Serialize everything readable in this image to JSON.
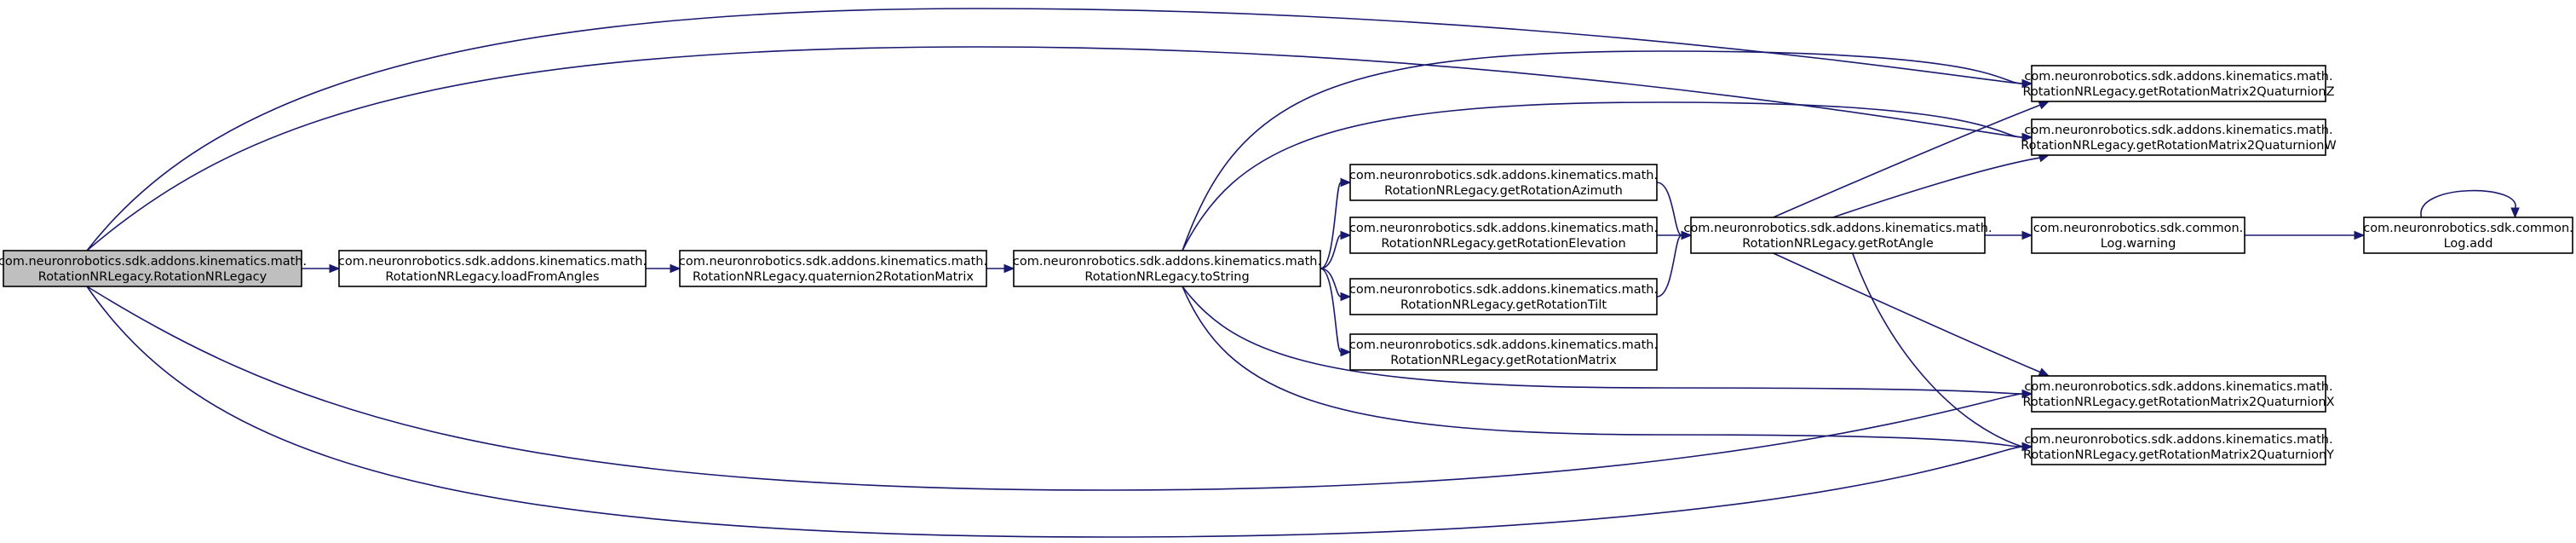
{
  "colors": {
    "edge": "#191970",
    "root_fill": "#bfbfbf",
    "node_fill": "#ffffff",
    "border": "#000000"
  },
  "nodes": [
    {
      "id": "root",
      "line1": "com.neuronrobotics.sdk.addons.kinematics.math.",
      "line2": "RotationNRLegacy.RotationNRLegacy",
      "highlight": true
    },
    {
      "id": "load",
      "line1": "com.neuronrobotics.sdk.addons.kinematics.math.",
      "line2": "RotationNRLegacy.loadFromAngles"
    },
    {
      "id": "quat",
      "line1": "com.neuronrobotics.sdk.addons.kinematics.math.",
      "line2": "RotationNRLegacy.quaternion2RotationMatrix"
    },
    {
      "id": "tostr",
      "line1": "com.neuronrobotics.sdk.addons.kinematics.math.",
      "line2": "RotationNRLegacy.toString"
    },
    {
      "id": "azim",
      "line1": "com.neuronrobotics.sdk.addons.kinematics.math.",
      "line2": "RotationNRLegacy.getRotationAzimuth"
    },
    {
      "id": "elev",
      "line1": "com.neuronrobotics.sdk.addons.kinematics.math.",
      "line2": "RotationNRLegacy.getRotationElevation"
    },
    {
      "id": "tilt",
      "line1": "com.neuronrobotics.sdk.addons.kinematics.math.",
      "line2": "RotationNRLegacy.getRotationTilt"
    },
    {
      "id": "matrix",
      "line1": "com.neuronrobotics.sdk.addons.kinematics.math.",
      "line2": "RotationNRLegacy.getRotationMatrix"
    },
    {
      "id": "rotang",
      "line1": "com.neuronrobotics.sdk.addons.kinematics.math.",
      "line2": "RotationNRLegacy.getRotAngle"
    },
    {
      "id": "warn",
      "line1": "com.neuronrobotics.sdk.common.",
      "line2": "Log.warning"
    },
    {
      "id": "add",
      "line1": "com.neuronrobotics.sdk.common.",
      "line2": "Log.add"
    },
    {
      "id": "qz",
      "line1": "com.neuronrobotics.sdk.addons.kinematics.math.",
      "line2": "RotationNRLegacy.getRotationMatrix2QuaturnionZ"
    },
    {
      "id": "qw",
      "line1": "com.neuronrobotics.sdk.addons.kinematics.math.",
      "line2": "RotationNRLegacy.getRotationMatrix2QuaturnionW"
    },
    {
      "id": "qx",
      "line1": "com.neuronrobotics.sdk.addons.kinematics.math.",
      "line2": "RotationNRLegacy.getRotationMatrix2QuaturnionX"
    },
    {
      "id": "qy",
      "line1": "com.neuronrobotics.sdk.addons.kinematics.math.",
      "line2": "RotationNRLegacy.getRotationMatrix2QuaturnionY"
    }
  ],
  "edges": [
    {
      "from": "root",
      "to": "load"
    },
    {
      "from": "root",
      "to": "qz"
    },
    {
      "from": "root",
      "to": "qw"
    },
    {
      "from": "root",
      "to": "qx"
    },
    {
      "from": "root",
      "to": "qy"
    },
    {
      "from": "load",
      "to": "quat"
    },
    {
      "from": "quat",
      "to": "tostr"
    },
    {
      "from": "tostr",
      "to": "azim"
    },
    {
      "from": "tostr",
      "to": "elev"
    },
    {
      "from": "tostr",
      "to": "tilt"
    },
    {
      "from": "tostr",
      "to": "matrix"
    },
    {
      "from": "tostr",
      "to": "qz"
    },
    {
      "from": "tostr",
      "to": "qw"
    },
    {
      "from": "tostr",
      "to": "qx"
    },
    {
      "from": "tostr",
      "to": "qy"
    },
    {
      "from": "azim",
      "to": "rotang"
    },
    {
      "from": "elev",
      "to": "rotang"
    },
    {
      "from": "tilt",
      "to": "rotang"
    },
    {
      "from": "rotang",
      "to": "qz"
    },
    {
      "from": "rotang",
      "to": "qw"
    },
    {
      "from": "rotang",
      "to": "warn"
    },
    {
      "from": "rotang",
      "to": "qx"
    },
    {
      "from": "rotang",
      "to": "qy"
    },
    {
      "from": "warn",
      "to": "add"
    },
    {
      "from": "add",
      "to": "add"
    }
  ]
}
